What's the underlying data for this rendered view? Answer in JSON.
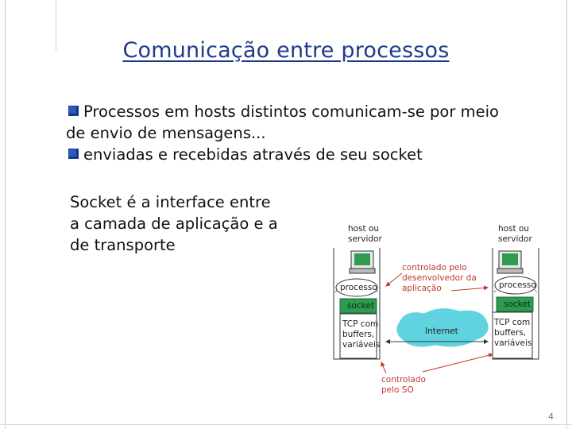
{
  "slide": {
    "title": "Comunicação entre processos",
    "bullets": [
      {
        "text": "Processos em hosts distintos comunicam-se por meio de envio de mensagens...",
        "line1": "Processos em hosts distintos comunicam-se por meio",
        "line2": "de envio de mensagens..."
      },
      {
        "text": "enviadas e recebidas através de seu socket"
      }
    ],
    "socket_desc": [
      "Socket é a interface entre",
      "a camada de aplicação e a",
      "de transporte"
    ],
    "page_number": "4"
  },
  "diagram": {
    "left_host_label": [
      "host ou",
      "servidor"
    ],
    "right_host_label": [
      "host ou",
      "servidor"
    ],
    "process_label": "processo",
    "socket_label": "socket",
    "tcp_label": [
      "TCP com",
      "buffers,",
      "variáveis"
    ],
    "app_controlled_label": [
      "controlado pelo",
      "desenvolvedor da",
      "aplicação"
    ],
    "os_controlled_label": [
      "controlado",
      "pelo SO"
    ],
    "internet_label": "Internet"
  },
  "colors": {
    "title": "#1f3b8a",
    "bullet_box": "#2b5bbd",
    "socket_green": "#2e9b4f",
    "internet_cyan": "#5fd3df",
    "arrow_red": "#c0392b"
  }
}
